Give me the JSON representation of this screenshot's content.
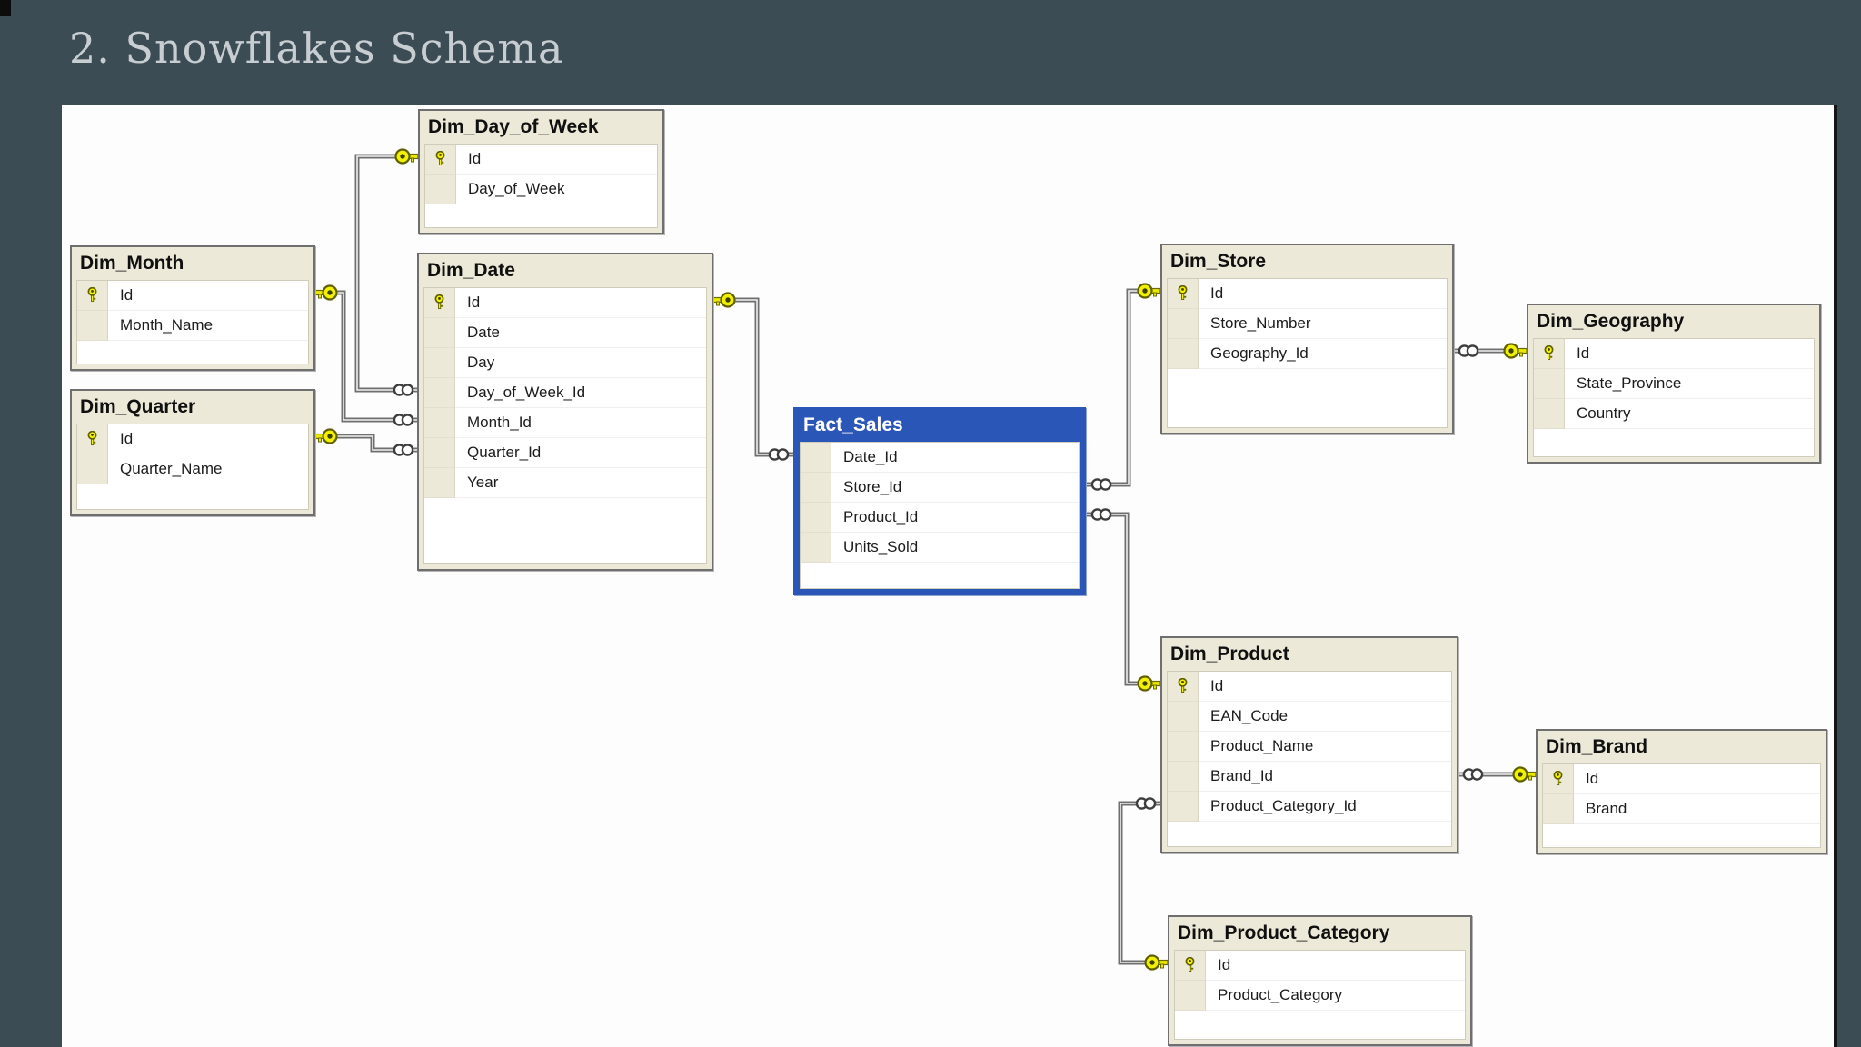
{
  "slide": {
    "title": "2. Snowflakes Schema"
  },
  "diagram": {
    "tables": [
      {
        "id": "dim_day_of_week",
        "name": "Dim_Day_of_Week",
        "type": "dimension",
        "columns": [
          {
            "name": "Id",
            "pk": true
          },
          {
            "name": "Day_of_Week",
            "pk": false
          }
        ]
      },
      {
        "id": "dim_month",
        "name": "Dim_Month",
        "type": "dimension",
        "columns": [
          {
            "name": "Id",
            "pk": true
          },
          {
            "name": "Month_Name",
            "pk": false
          }
        ]
      },
      {
        "id": "dim_quarter",
        "name": "Dim_Quarter",
        "type": "dimension",
        "columns": [
          {
            "name": "Id",
            "pk": true
          },
          {
            "name": "Quarter_Name",
            "pk": false
          }
        ]
      },
      {
        "id": "dim_date",
        "name": "Dim_Date",
        "type": "dimension",
        "columns": [
          {
            "name": "Id",
            "pk": true
          },
          {
            "name": "Date",
            "pk": false
          },
          {
            "name": "Day",
            "pk": false
          },
          {
            "name": "Day_of_Week_Id",
            "pk": false
          },
          {
            "name": "Month_Id",
            "pk": false
          },
          {
            "name": "Quarter_Id",
            "pk": false
          },
          {
            "name": "Year",
            "pk": false
          }
        ]
      },
      {
        "id": "fact_sales",
        "name": "Fact_Sales",
        "type": "fact",
        "columns": [
          {
            "name": "Date_Id",
            "pk": false
          },
          {
            "name": "Store_Id",
            "pk": false
          },
          {
            "name": "Product_Id",
            "pk": false
          },
          {
            "name": "Units_Sold",
            "pk": false
          }
        ]
      },
      {
        "id": "dim_store",
        "name": "Dim_Store",
        "type": "dimension",
        "columns": [
          {
            "name": "Id",
            "pk": true
          },
          {
            "name": "Store_Number",
            "pk": false
          },
          {
            "name": "Geography_Id",
            "pk": false
          }
        ]
      },
      {
        "id": "dim_geography",
        "name": "Dim_Geography",
        "type": "dimension",
        "columns": [
          {
            "name": "Id",
            "pk": true
          },
          {
            "name": "State_Province",
            "pk": false
          },
          {
            "name": "Country",
            "pk": false
          }
        ]
      },
      {
        "id": "dim_product",
        "name": "Dim_Product",
        "type": "dimension",
        "columns": [
          {
            "name": "Id",
            "pk": true
          },
          {
            "name": "EAN_Code",
            "pk": false
          },
          {
            "name": "Product_Name",
            "pk": false
          },
          {
            "name": "Brand_Id",
            "pk": false
          },
          {
            "name": "Product_Category_Id",
            "pk": false
          }
        ]
      },
      {
        "id": "dim_brand",
        "name": "Dim_Brand",
        "type": "dimension",
        "columns": [
          {
            "name": "Id",
            "pk": true
          },
          {
            "name": "Brand",
            "pk": false
          }
        ]
      },
      {
        "id": "dim_product_category",
        "name": "Dim_Product_Category",
        "type": "dimension",
        "columns": [
          {
            "name": "Id",
            "pk": true
          },
          {
            "name": "Product_Category",
            "pk": false
          }
        ]
      }
    ],
    "relationships": [
      {
        "one": "Dim_Day_of_Week.Id",
        "many": "Dim_Date.Day_of_Week_Id",
        "one_symbol": "key",
        "many_symbol": "infinity"
      },
      {
        "one": "Dim_Month.Id",
        "many": "Dim_Date.Month_Id",
        "one_symbol": "key",
        "many_symbol": "infinity"
      },
      {
        "one": "Dim_Quarter.Id",
        "many": "Dim_Date.Quarter_Id",
        "one_symbol": "key",
        "many_symbol": "infinity"
      },
      {
        "one": "Dim_Date.Id",
        "many": "Fact_Sales.Date_Id",
        "one_symbol": "key",
        "many_symbol": "infinity"
      },
      {
        "one": "Dim_Store.Id",
        "many": "Fact_Sales.Store_Id",
        "one_symbol": "key",
        "many_symbol": "infinity"
      },
      {
        "one": "Dim_Product.Id",
        "many": "Fact_Sales.Product_Id",
        "one_symbol": "key",
        "many_symbol": "infinity"
      },
      {
        "one": "Dim_Geography.Id",
        "many": "Dim_Store.Geography_Id",
        "one_symbol": "key",
        "many_symbol": "infinity"
      },
      {
        "one": "Dim_Brand.Id",
        "many": "Dim_Product.Brand_Id",
        "one_symbol": "key",
        "many_symbol": "infinity"
      },
      {
        "one": "Dim_Product_Category.Id",
        "many": "Dim_Product.Product_Category_Id",
        "one_symbol": "key",
        "many_symbol": "infinity"
      }
    ]
  },
  "colors": {
    "slide_background": "#3c4c55",
    "title_text": "#c7cdd1",
    "canvas_background": "#fdfdfd",
    "fact_header": "#2a56b8",
    "fact_header_text": "#ffffff",
    "dimension_header": "#ece9d8",
    "table_border": "#6f6f6f",
    "key_yellow": "#f2f200",
    "wire_gray": "#6f6f6f"
  }
}
